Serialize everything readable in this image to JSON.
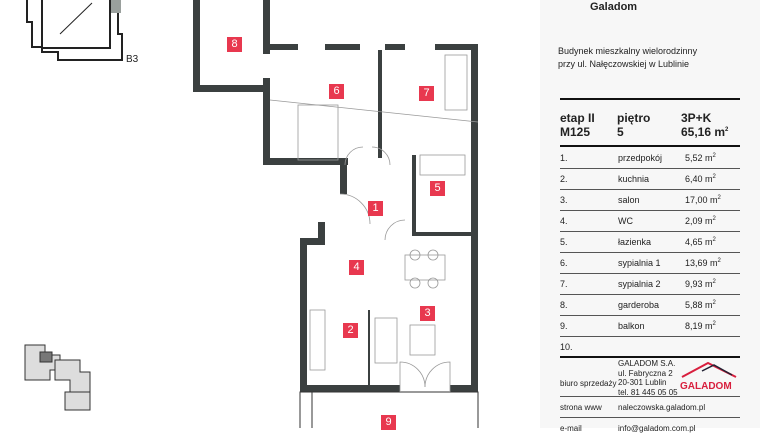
{
  "site_plan": {
    "section_label": "B3"
  },
  "rooms_on_plan": [
    "8",
    "6",
    "7",
    "5",
    "1",
    "4",
    "3",
    "2",
    "9"
  ],
  "colors": {
    "room_label": "#e8384f",
    "walls": "#3b4040",
    "brand": "#d81f3e"
  },
  "header": {
    "brand": "Galadom",
    "building": "Budynek mieszkalny wielorodzinny",
    "address": "przy ul. Nałęczowskiej w Lublinie"
  },
  "unit": {
    "stage": "etap II",
    "number": "M125",
    "floor_label": "piętro",
    "floor": "5",
    "type": "3P+K",
    "area": "65,16 m",
    "area_sup": "2"
  },
  "rooms": [
    {
      "no": "1.",
      "name": "przedpokój",
      "area": "5,52 m"
    },
    {
      "no": "2.",
      "name": "kuchnia",
      "area": "6,40 m"
    },
    {
      "no": "3.",
      "name": "salon",
      "area": "17,00 m"
    },
    {
      "no": "4.",
      "name": "WC",
      "area": "2,09 m"
    },
    {
      "no": "5.",
      "name": "łazienka",
      "area": "4,65 m"
    },
    {
      "no": "6.",
      "name": "sypialnia 1",
      "area": "13,69 m"
    },
    {
      "no": "7.",
      "name": "sypialnia 2",
      "area": "9,93 m"
    },
    {
      "no": "8.",
      "name": "garderoba",
      "area": "5,88 m"
    },
    {
      "no": "9.",
      "name": "balkon",
      "area": "8,19 m"
    },
    {
      "no": "10.",
      "name": "",
      "area": ""
    }
  ],
  "sales": {
    "label": "biuro sprzedaży",
    "company": "GALADOM S.A.",
    "street": "ul. Fabryczna 2",
    "city": "20-301 Lublin",
    "phone": "tel. 81 445 05 05",
    "logo": "GALADOM"
  },
  "web": {
    "label": "strona www",
    "value": "naleczowska.galadom.pl"
  },
  "email": {
    "label": "e-mail",
    "value": "info@galadom.com.pl"
  }
}
